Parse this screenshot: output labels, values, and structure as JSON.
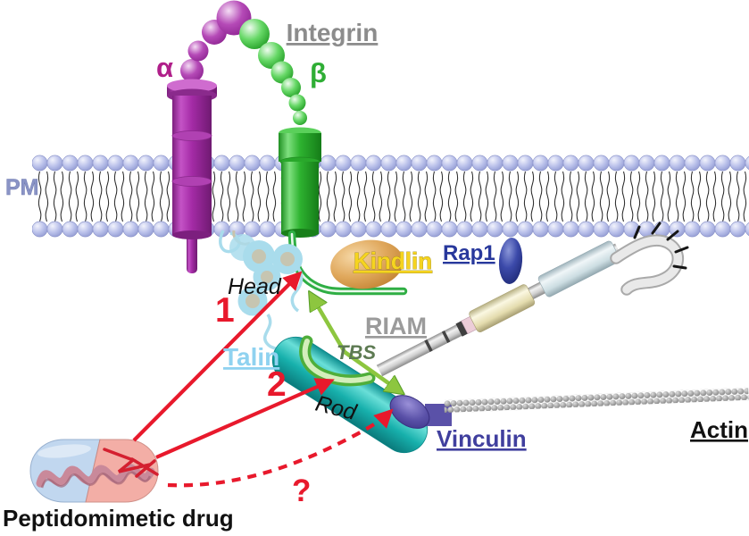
{
  "figure": {
    "type": "signaling-pathway-diagram",
    "labels": {
      "integrin": "Integrin",
      "alpha": "α",
      "beta": "β",
      "pm": "PM",
      "kindlin": "Kindlin",
      "rap1": "Rap1",
      "riam": "RIAM",
      "tbs": "TBS",
      "talin": "Talin",
      "head": "Head",
      "rod": "Rod",
      "vinculin": "Vinculin",
      "actin": "Actin",
      "drug": "Peptidomimetic drug",
      "step1": "1",
      "step2": "2",
      "question": "?"
    },
    "palette": {
      "alpha_subunit": "#a42ba6",
      "beta_subunit": "#2eb330",
      "membrane_head": "#b9c0ea",
      "talin_head_blue": "#a9dcec",
      "talin_rod_teal": "#17b0ac",
      "kindlin_orange": "#e0a85c",
      "rap1_navy": "#3c4aaa",
      "riam_gray": "#cfcfcf",
      "vinculin_purple": "#5a51a8",
      "actin_gray": "#a8a8a8",
      "arrow_red": "#e8192c",
      "arrow_green": "#8dc63f",
      "capsule_blue": "#bcd4ee",
      "capsule_red": "#f3a89f"
    }
  }
}
